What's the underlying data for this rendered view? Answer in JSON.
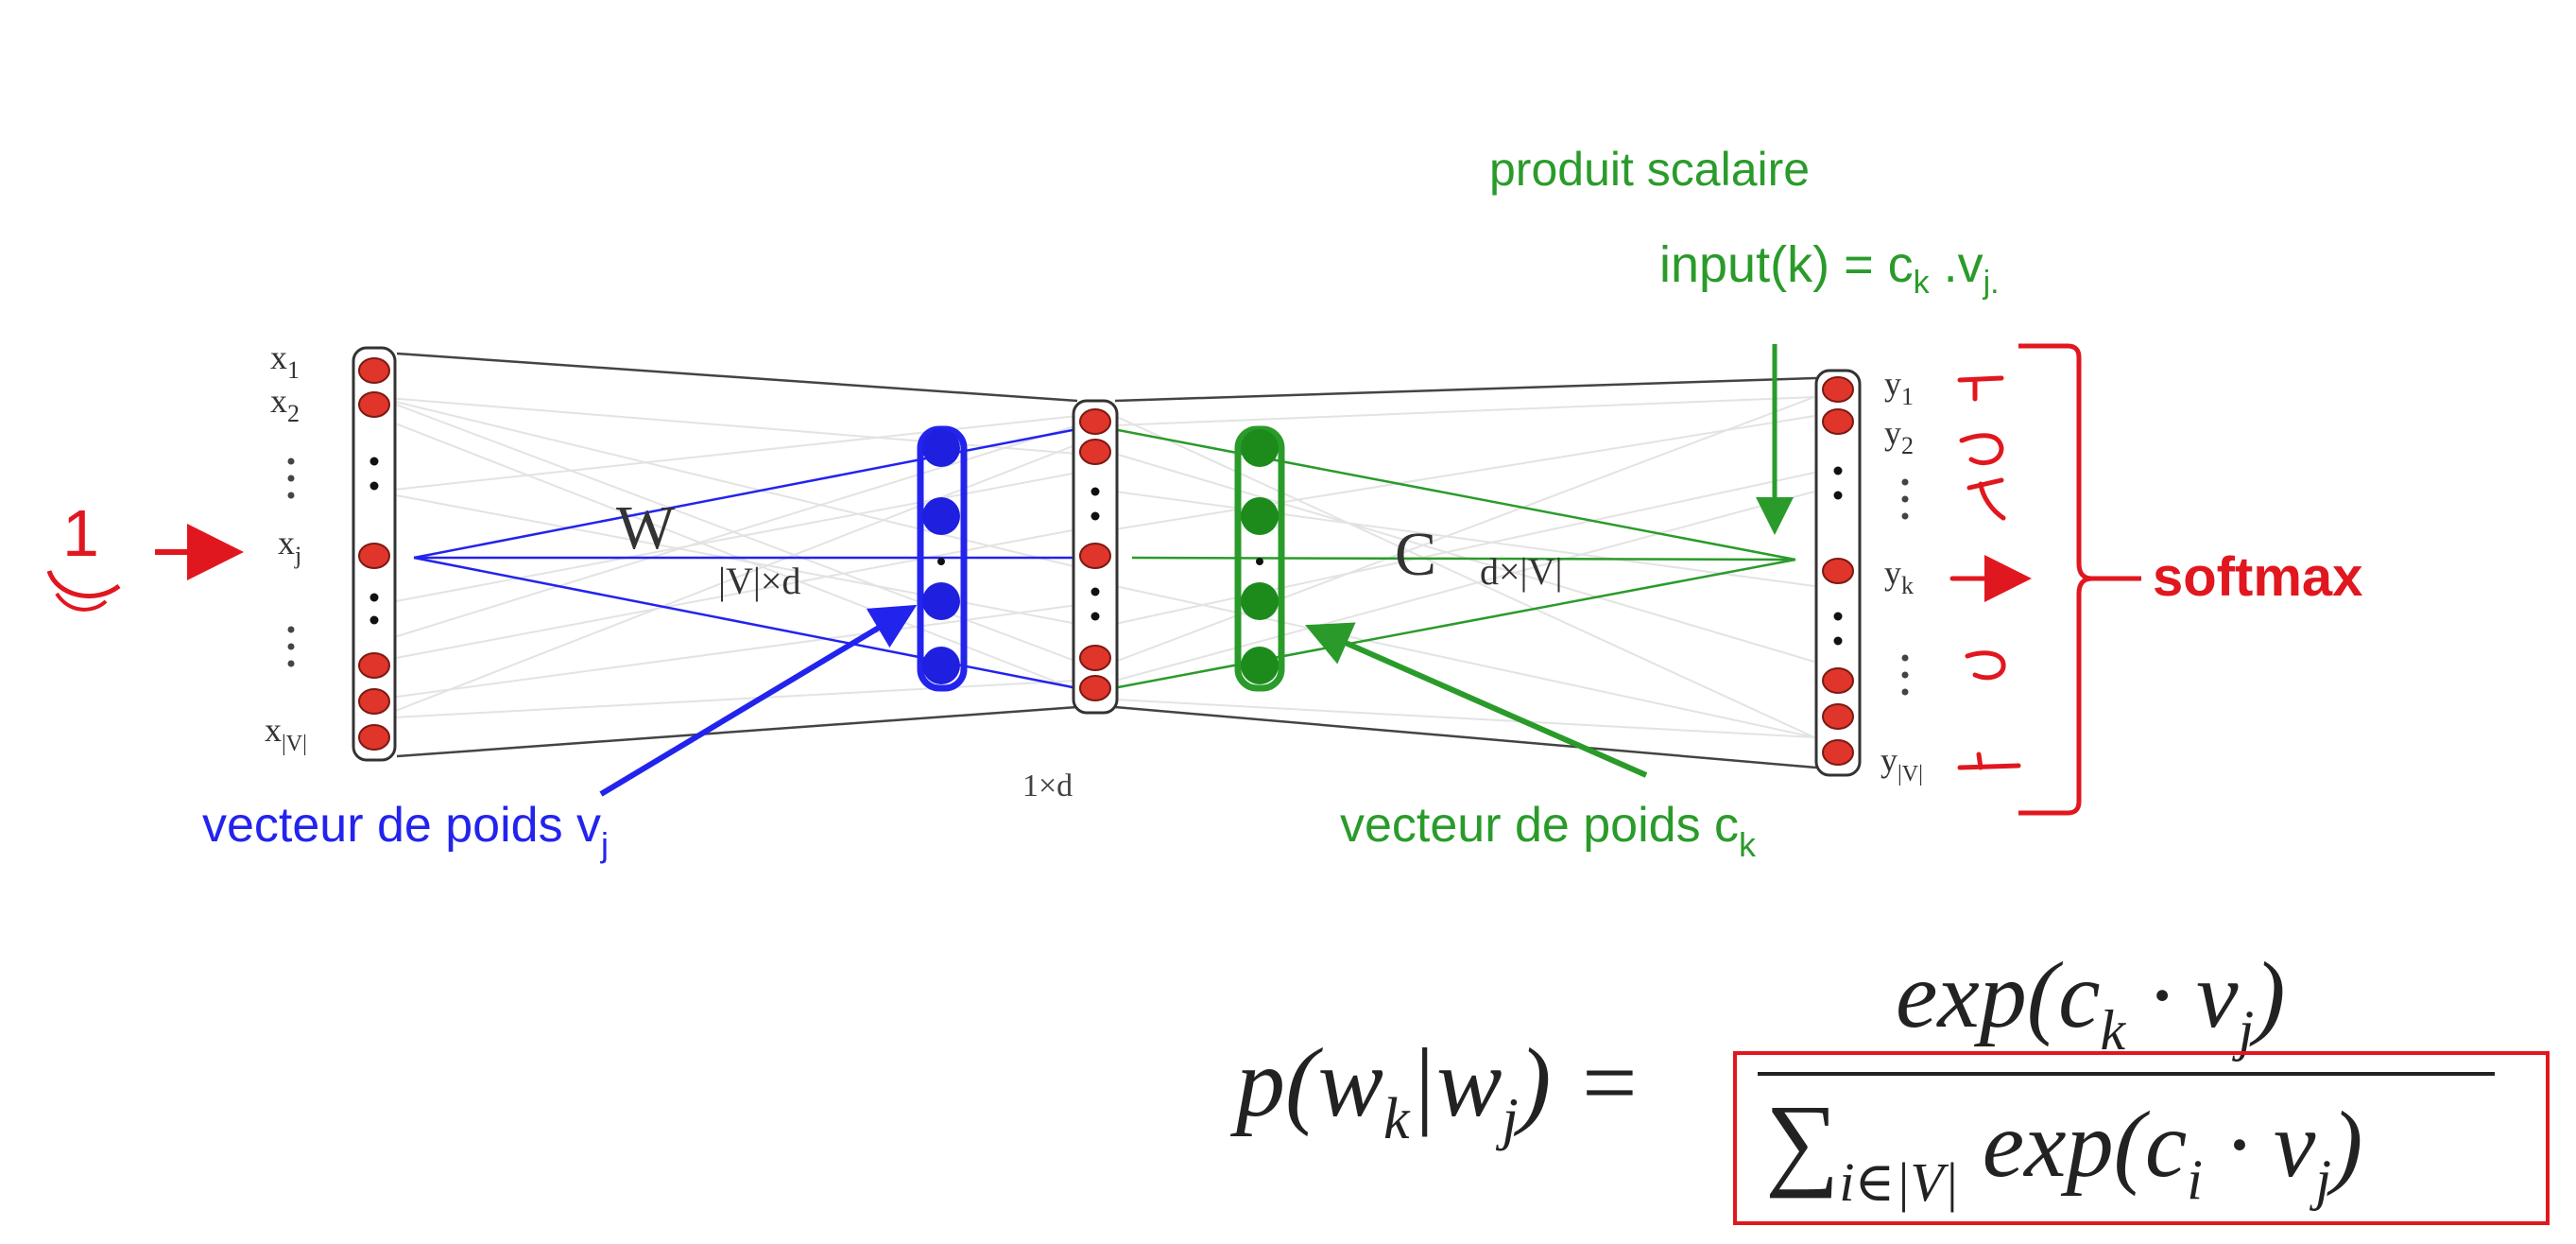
{
  "colors": {
    "blue": "#2323ee",
    "green": "#2a9b2a",
    "red": "#e1171f",
    "node_fill": "#e0352a",
    "node_stroke": "#7a1a14",
    "dark": "#333333",
    "grey_lines": "#d6d6d6"
  },
  "labels": {
    "produit_scalaire": "produit scalaire",
    "input_prefix": "input(k) = c",
    "input_sub_k": "k",
    "input_mid": " .v",
    "input_sub_j": "j.",
    "W": "W",
    "W_dims": "|V|×d",
    "C": "C",
    "C_dims": "d×|V|",
    "vec_v_main": "vecteur de poids v",
    "vec_v_sub": "j",
    "vec_c_main": "vecteur de poids c",
    "vec_c_sub": "k",
    "softmax": "softmax",
    "one": "1",
    "hidden_partial": "1×d"
  },
  "inputs": {
    "x1": {
      "main": "x",
      "sub": "1"
    },
    "x2": {
      "main": "x",
      "sub": "2"
    },
    "xj": {
      "main": "x",
      "sub": "j"
    },
    "xV": {
      "main": "x",
      "sub": "|V|"
    }
  },
  "outputs": {
    "y1": {
      "main": "y",
      "sub": "1"
    },
    "y2": {
      "main": "y",
      "sub": "2"
    },
    "yk": {
      "main": "y",
      "sub": "k"
    },
    "yV": {
      "main": "y",
      "sub": "|V|"
    }
  },
  "formula": {
    "lhs": "p(w",
    "lhs_sub_k": "k",
    "lhs_bar": "|w",
    "lhs_sub_j": "j",
    "lhs_close": ") =",
    "num": "exp(c",
    "num_sub_k": "k",
    "num_dot": " · v",
    "num_sub_j": "j",
    "num_close": ")",
    "den_sum": "∑",
    "den_sub": "i∈|V|",
    "den_exp": " exp(c",
    "den_sub_i": "i",
    "den_dot": " · v",
    "den_sub_j": "j",
    "den_close": ")"
  }
}
